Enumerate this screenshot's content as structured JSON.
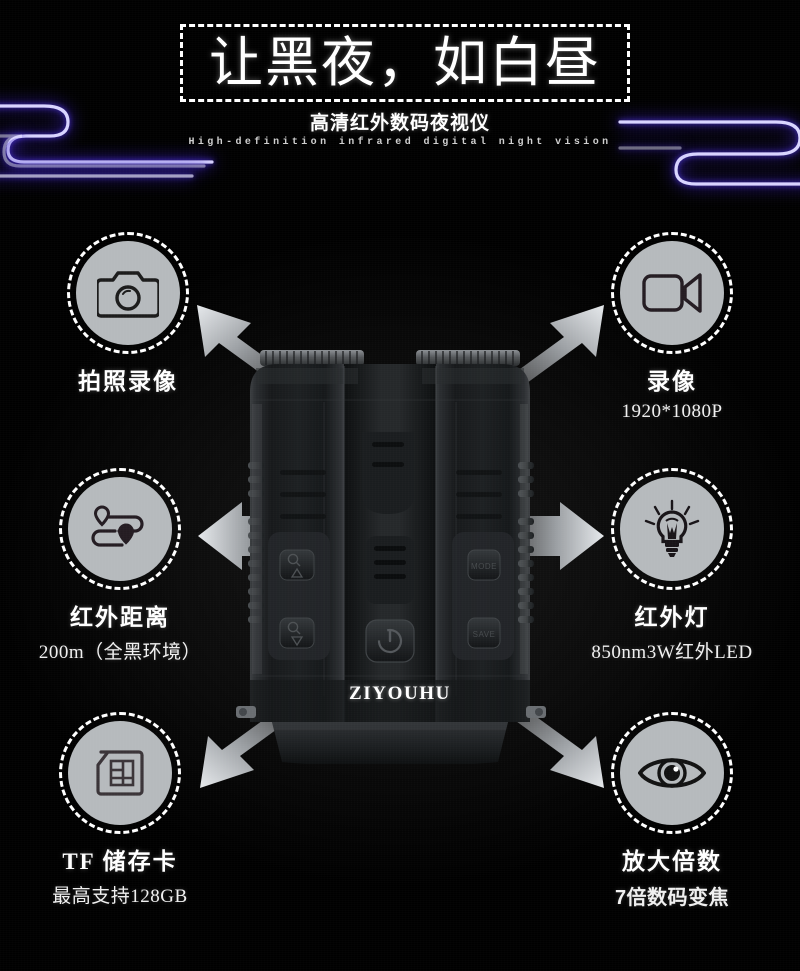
{
  "header": {
    "title": "让黑夜，如白昼",
    "subtitle_cn": "高清红外数码夜视仪",
    "subtitle_en": "High-definition infrared digital night vision"
  },
  "product": {
    "brand": "ZIYOUHU",
    "buttons": {
      "zoom_in": "zoom-in",
      "zoom_out": "zoom-out",
      "power": "power",
      "mode": "MODE",
      "save": "SAVE"
    }
  },
  "features": {
    "left": [
      {
        "icon": "camera-icon",
        "title": "拍照录像",
        "sub": ""
      },
      {
        "icon": "route-distance-icon",
        "title": "红外距离",
        "sub": "200m（全黑环境）"
      },
      {
        "icon": "tf-card-icon",
        "title": "TF 储存卡",
        "sub": "最高支持128GB"
      }
    ],
    "right": [
      {
        "icon": "video-camera-icon",
        "title": "录像",
        "sub": "1920*1080P"
      },
      {
        "icon": "lightbulb-icon",
        "title": "红外灯",
        "sub": "850nm3W红外LED"
      },
      {
        "icon": "eye-icon",
        "title": "放大倍数",
        "sub": "7倍数码变焦"
      }
    ]
  },
  "colors": {
    "background": "#000000",
    "neon": "#4b32d6",
    "neon_core": "#d9d5ff",
    "icon_disc": "#b6babd",
    "text": "#ffffff",
    "arrow": "#c9cdd1"
  }
}
